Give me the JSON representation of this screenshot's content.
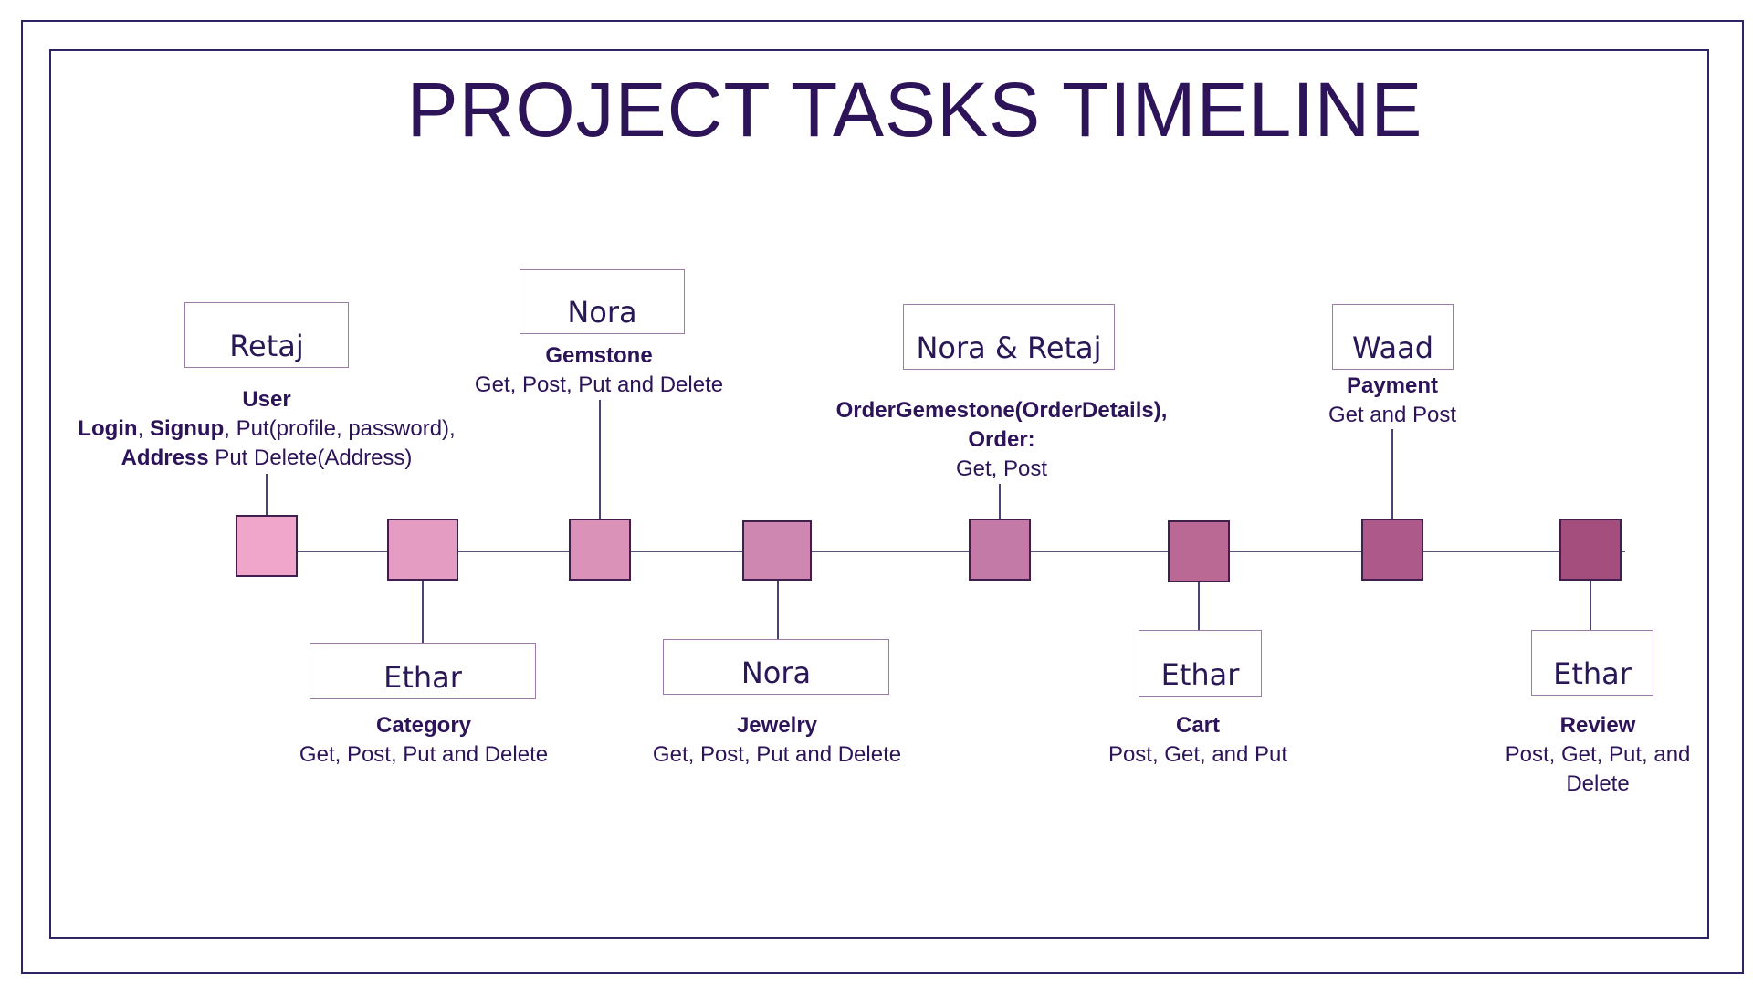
{
  "title": "PROJECT TASKS TIMELINE",
  "colors": {
    "frame": "#2e2466",
    "title": "#2d1358",
    "node_gradient": [
      "#f0a6cb",
      "#e59cc3",
      "#da92b9",
      "#ce87b0",
      "#c47aa6",
      "#b96993",
      "#ad5a8a",
      "#a34e7c"
    ]
  },
  "tasks": [
    {
      "person": "Retaj",
      "heading": "User",
      "line1_b1": "Login",
      "line1_sep": ", ",
      "line1_b2": "Signup",
      "line1_rest": ", Put(profile, password),",
      "line2_b": "Address",
      "line2_rest": " Put Delete(Address)"
    },
    {
      "person": "Ethar",
      "heading": "Category",
      "detail": "Get, Post, Put and Delete"
    },
    {
      "person": "Nora",
      "heading": "Gemstone",
      "detail": "Get, Post, Put and Delete"
    },
    {
      "person": "Nora",
      "heading": "Jewelry",
      "detail": "Get, Post, Put and Delete"
    },
    {
      "person": "Nora & Retaj",
      "heading": "OrderGemestone(OrderDetails),",
      "heading2": "Order:",
      "detail": "Get, Post"
    },
    {
      "person": "Ethar",
      "heading": "Cart",
      "detail": "Post, Get, and Put"
    },
    {
      "person": "Waad",
      "heading": "Payment",
      "detail": "Get and Post"
    },
    {
      "person": "Ethar",
      "heading": "Review",
      "detail": "Post, Get, Put, and",
      "detail2": "Delete"
    }
  ]
}
